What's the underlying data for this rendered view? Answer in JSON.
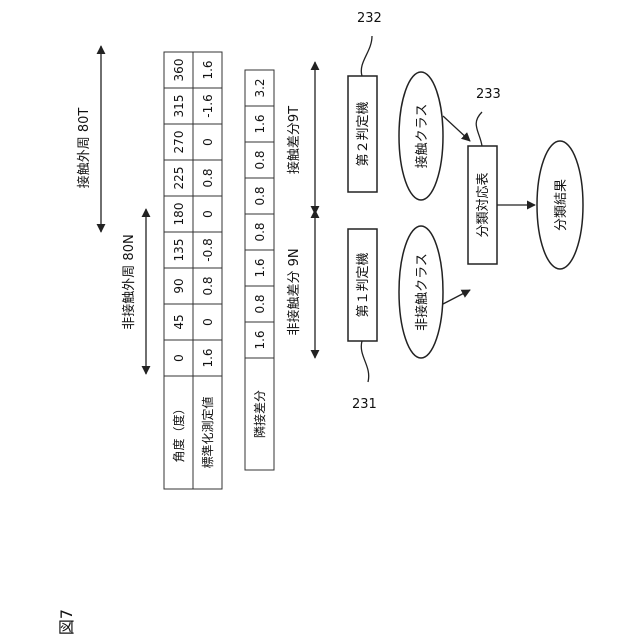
{
  "figure_label": "図7",
  "outer_labels": {
    "contact": "接触外周 80T",
    "non_contact": "非接触外周 80N"
  },
  "table": {
    "angle_header": "角度（度）",
    "value_header": "標準化測定値",
    "angles": [
      "0",
      "45",
      "90",
      "135",
      "180",
      "225",
      "270",
      "315",
      "360"
    ],
    "values": [
      "1.6",
      "0",
      "0.8",
      "-0.8",
      "0",
      "0.8",
      "0",
      "-1.6",
      "1.6"
    ]
  },
  "diff_table": {
    "header": "隣接差分",
    "values": [
      "1.6",
      "0.8",
      "1.6",
      "0.8",
      "0.8",
      "0.8",
      "1.6",
      "3.2"
    ]
  },
  "diff_labels": {
    "contact": "接触差分9T",
    "non_contact": "非接触差分 9N"
  },
  "nodes": {
    "judge1": "第１判定機",
    "judge2": "第２判定機",
    "class_contact": "接触クラス",
    "class_noncontact": "非接触クラス",
    "table": "分類対応表",
    "result": "分類結果"
  },
  "refs": {
    "judge1": "231",
    "judge2": "232",
    "table": "233"
  }
}
